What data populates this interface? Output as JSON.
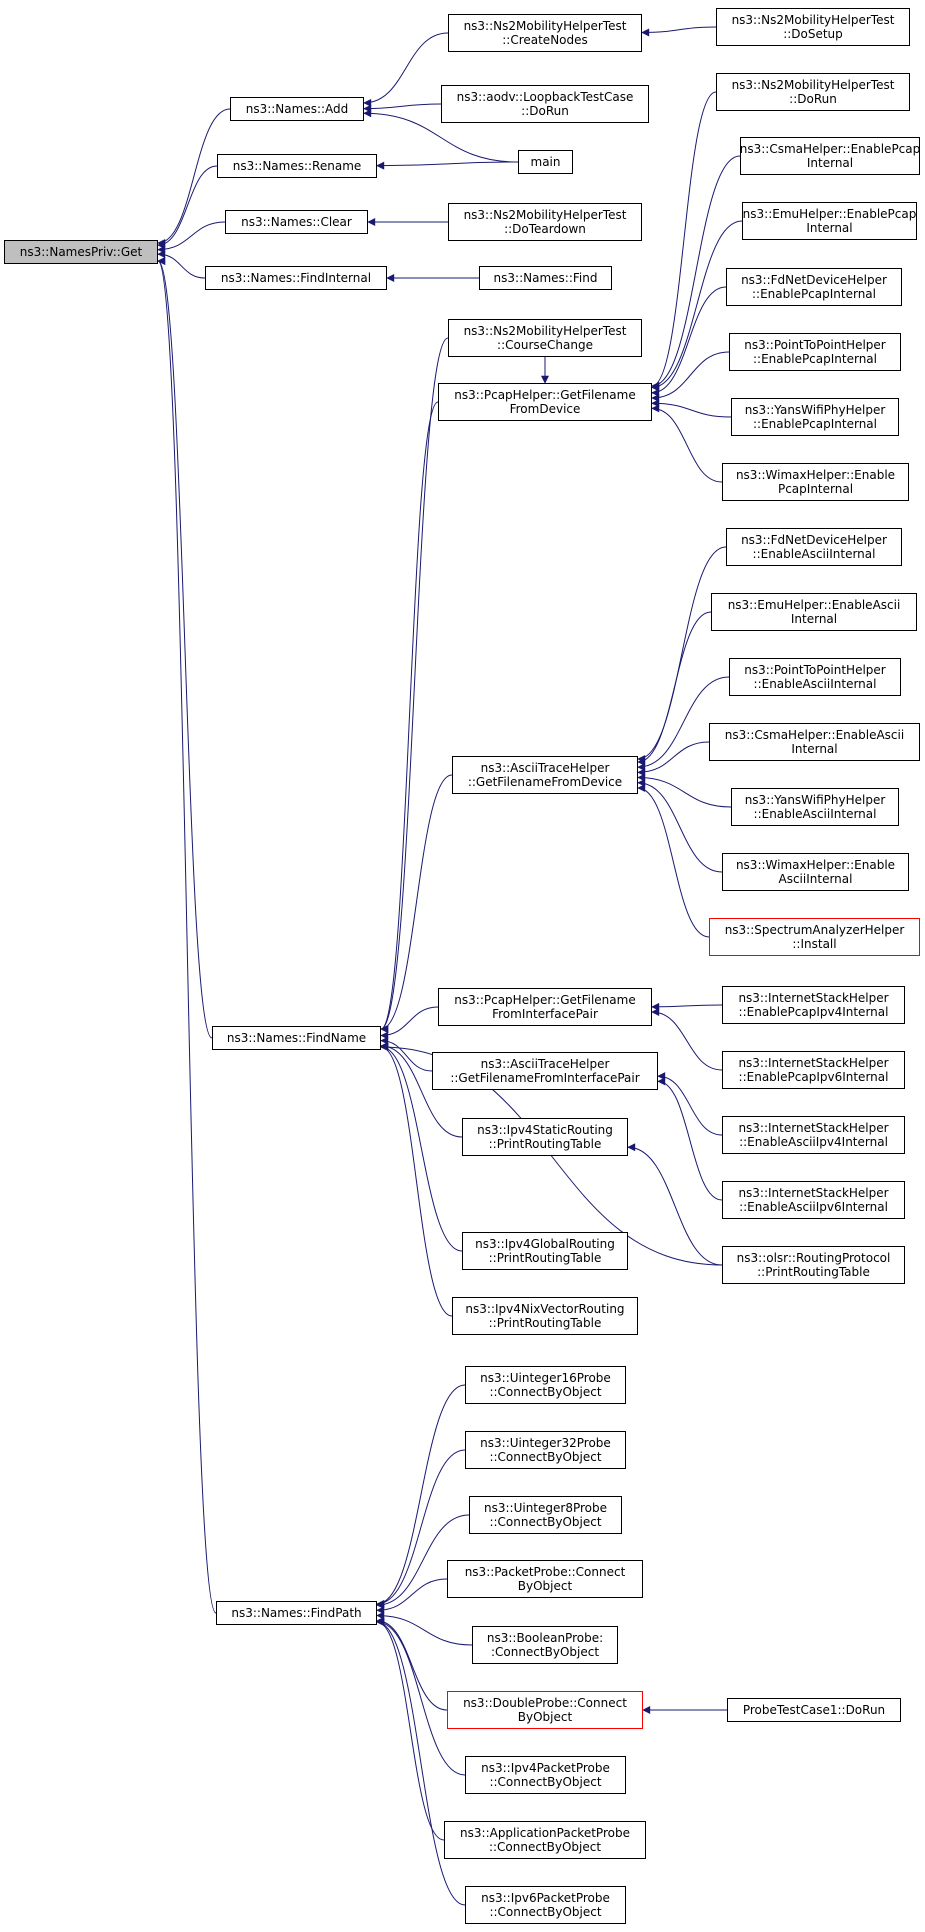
{
  "colors": {
    "edge": "#191970",
    "node_border": "#000000",
    "root_fill": "#bfbfbf",
    "highlight_border": "#ff0000"
  },
  "nodes": {
    "names_priv_get": {
      "lines": [
        "ns3::NamesPriv::Get"
      ]
    },
    "names_add": {
      "lines": [
        "ns3::Names::Add"
      ]
    },
    "names_rename": {
      "lines": [
        "ns3::Names::Rename"
      ]
    },
    "names_clear": {
      "lines": [
        "ns3::Names::Clear"
      ]
    },
    "names_find_internal": {
      "lines": [
        "ns3::Names::FindInternal"
      ]
    },
    "names_find_name": {
      "lines": [
        "ns3::Names::FindName"
      ]
    },
    "names_find_path": {
      "lines": [
        "ns3::Names::FindPath"
      ]
    },
    "ns2_create_nodes": {
      "lines": [
        "ns3::Ns2MobilityHelperTest",
        "::CreateNodes"
      ]
    },
    "aodv_loopback_dorun": {
      "lines": [
        "ns3::aodv::LoopbackTestCase",
        "::DoRun"
      ]
    },
    "main": {
      "lines": [
        "main"
      ]
    },
    "ns2_do_teardown": {
      "lines": [
        "ns3::Ns2MobilityHelperTest",
        "::DoTeardown"
      ]
    },
    "names_find": {
      "lines": [
        "ns3::Names::Find"
      ]
    },
    "ns2_do_setup": {
      "lines": [
        "ns3::Ns2MobilityHelperTest",
        "::DoSetup"
      ]
    },
    "ns2_do_run": {
      "lines": [
        "ns3::Ns2MobilityHelperTest",
        "::DoRun"
      ]
    },
    "csma_enable_pcap": {
      "lines": [
        "ns3::CsmaHelper::EnablePcap",
        "Internal"
      ]
    },
    "emu_enable_pcap": {
      "lines": [
        "ns3::EmuHelper::EnablePcap",
        "Internal"
      ]
    },
    "fdnet_enable_pcap": {
      "lines": [
        "ns3::FdNetDeviceHelper",
        "::EnablePcapInternal"
      ]
    },
    "p2p_enable_pcap": {
      "lines": [
        "ns3::PointToPointHelper",
        "::EnablePcapInternal"
      ]
    },
    "yans_enable_pcap": {
      "lines": [
        "ns3::YansWifiPhyHelper",
        "::EnablePcapInternal"
      ]
    },
    "wimax_enable_pcap": {
      "lines": [
        "ns3::WimaxHelper::Enable",
        "PcapInternal"
      ]
    },
    "ns2_course_change": {
      "lines": [
        "ns3::Ns2MobilityHelperTest",
        "::CourseChange"
      ]
    },
    "pcap_get_filename_device": {
      "lines": [
        "ns3::PcapHelper::GetFilename",
        "FromDevice"
      ]
    },
    "fdnet_enable_ascii": {
      "lines": [
        "ns3::FdNetDeviceHelper",
        "::EnableAsciiInternal"
      ]
    },
    "emu_enable_ascii": {
      "lines": [
        "ns3::EmuHelper::EnableAscii",
        "Internal"
      ]
    },
    "p2p_enable_ascii": {
      "lines": [
        "ns3::PointToPointHelper",
        "::EnableAsciiInternal"
      ]
    },
    "csma_enable_ascii": {
      "lines": [
        "ns3::CsmaHelper::EnableAscii",
        "Internal"
      ]
    },
    "yans_enable_ascii": {
      "lines": [
        "ns3::YansWifiPhyHelper",
        "::EnableAsciiInternal"
      ]
    },
    "wimax_enable_ascii": {
      "lines": [
        "ns3::WimaxHelper::Enable",
        "AsciiInternal"
      ]
    },
    "spectrum_install": {
      "lines": [
        "ns3::SpectrumAnalyzerHelper",
        "::Install"
      ]
    },
    "ascii_get_filename_device": {
      "lines": [
        "ns3::AsciiTraceHelper",
        "::GetFilenameFromDevice"
      ]
    },
    "pcap_get_filename_interface_pair": {
      "lines": [
        "ns3::PcapHelper::GetFilename",
        "FromInterfacePair"
      ]
    },
    "ascii_get_filename_interface_pair": {
      "lines": [
        "ns3::AsciiTraceHelper",
        "::GetFilenameFromInterfacePair"
      ]
    },
    "ipv4_static_print": {
      "lines": [
        "ns3::Ipv4StaticRouting",
        "::PrintRoutingTable"
      ]
    },
    "ipv4_global_print": {
      "lines": [
        "ns3::Ipv4GlobalRouting",
        "::PrintRoutingTable"
      ]
    },
    "ipv4_nix_print": {
      "lines": [
        "ns3::Ipv4NixVectorRouting",
        "::PrintRoutingTable"
      ]
    },
    "inet_enable_pcap_ipv4": {
      "lines": [
        "ns3::InternetStackHelper",
        "::EnablePcapIpv4Internal"
      ]
    },
    "inet_enable_pcap_ipv6": {
      "lines": [
        "ns3::InternetStackHelper",
        "::EnablePcapIpv6Internal"
      ]
    },
    "inet_enable_ascii_ipv4": {
      "lines": [
        "ns3::InternetStackHelper",
        "::EnableAsciiIpv4Internal"
      ]
    },
    "inet_enable_ascii_ipv6": {
      "lines": [
        "ns3::InternetStackHelper",
        "::EnableAsciiIpv6Internal"
      ]
    },
    "olsr_print": {
      "lines": [
        "ns3::olsr::RoutingProtocol",
        "::PrintRoutingTable"
      ]
    },
    "uint16_connect": {
      "lines": [
        "ns3::Uinteger16Probe",
        "::ConnectByObject"
      ]
    },
    "uint32_connect": {
      "lines": [
        "ns3::Uinteger32Probe",
        "::ConnectByObject"
      ]
    },
    "uint8_connect": {
      "lines": [
        "ns3::Uinteger8Probe",
        "::ConnectByObject"
      ]
    },
    "packet_probe_connect": {
      "lines": [
        "ns3::PacketProbe::Connect",
        "ByObject"
      ]
    },
    "boolean_connect": {
      "lines": [
        "ns3::BooleanProbe:",
        ":ConnectByObject"
      ]
    },
    "double_connect": {
      "lines": [
        "ns3::DoubleProbe::Connect",
        "ByObject"
      ]
    },
    "ipv4_packet_connect": {
      "lines": [
        "ns3::Ipv4PacketProbe",
        "::ConnectByObject"
      ]
    },
    "app_packet_connect": {
      "lines": [
        "ns3::ApplicationPacketProbe",
        "::ConnectByObject"
      ]
    },
    "ipv6_packet_connect": {
      "lines": [
        "ns3::Ipv6PacketProbe",
        "::ConnectByObject"
      ]
    },
    "probe_test_case1_dorun": {
      "lines": [
        "ProbeTestCase1::DoRun"
      ]
    }
  },
  "edges": [
    [
      "names_add",
      "names_priv_get"
    ],
    [
      "names_rename",
      "names_priv_get"
    ],
    [
      "names_clear",
      "names_priv_get"
    ],
    [
      "names_find_internal",
      "names_priv_get"
    ],
    [
      "names_find_name",
      "names_priv_get"
    ],
    [
      "names_find_path",
      "names_priv_get"
    ],
    [
      "ns2_create_nodes",
      "names_add"
    ],
    [
      "aodv_loopback_dorun",
      "names_add"
    ],
    [
      "main",
      "names_add"
    ],
    [
      "main",
      "names_rename"
    ],
    [
      "ns2_do_teardown",
      "names_clear"
    ],
    [
      "names_find",
      "names_find_internal"
    ],
    [
      "ns2_do_setup",
      "ns2_create_nodes"
    ],
    [
      "ns2_course_change",
      "names_find_name"
    ],
    [
      "pcap_get_filename_device",
      "names_find_name"
    ],
    [
      "ascii_get_filename_device",
      "names_find_name"
    ],
    [
      "pcap_get_filename_interface_pair",
      "names_find_name"
    ],
    [
      "ascii_get_filename_interface_pair",
      "names_find_name"
    ],
    [
      "ipv4_static_print",
      "names_find_name"
    ],
    [
      "ipv4_global_print",
      "names_find_name"
    ],
    [
      "ipv4_nix_print",
      "names_find_name"
    ],
    [
      "olsr_print",
      "names_find_name"
    ],
    [
      "ns2_do_run",
      "pcap_get_filename_device"
    ],
    [
      "csma_enable_pcap",
      "pcap_get_filename_device"
    ],
    [
      "emu_enable_pcap",
      "pcap_get_filename_device"
    ],
    [
      "fdnet_enable_pcap",
      "pcap_get_filename_device"
    ],
    [
      "p2p_enable_pcap",
      "pcap_get_filename_device"
    ],
    [
      "yans_enable_pcap",
      "pcap_get_filename_device"
    ],
    [
      "wimax_enable_pcap",
      "pcap_get_filename_device"
    ],
    [
      "ns2_course_change",
      "pcap_get_filename_device"
    ],
    [
      "fdnet_enable_ascii",
      "ascii_get_filename_device"
    ],
    [
      "emu_enable_ascii",
      "ascii_get_filename_device"
    ],
    [
      "p2p_enable_ascii",
      "ascii_get_filename_device"
    ],
    [
      "csma_enable_ascii",
      "ascii_get_filename_device"
    ],
    [
      "yans_enable_ascii",
      "ascii_get_filename_device"
    ],
    [
      "wimax_enable_ascii",
      "ascii_get_filename_device"
    ],
    [
      "spectrum_install",
      "ascii_get_filename_device"
    ],
    [
      "inet_enable_pcap_ipv4",
      "pcap_get_filename_interface_pair"
    ],
    [
      "inet_enable_pcap_ipv6",
      "pcap_get_filename_interface_pair"
    ],
    [
      "inet_enable_ascii_ipv4",
      "ascii_get_filename_interface_pair"
    ],
    [
      "inet_enable_ascii_ipv6",
      "ascii_get_filename_interface_pair"
    ],
    [
      "olsr_print",
      "ipv4_static_print"
    ],
    [
      "uint16_connect",
      "names_find_path"
    ],
    [
      "uint32_connect",
      "names_find_path"
    ],
    [
      "uint8_connect",
      "names_find_path"
    ],
    [
      "packet_probe_connect",
      "names_find_path"
    ],
    [
      "boolean_connect",
      "names_find_path"
    ],
    [
      "double_connect",
      "names_find_path"
    ],
    [
      "ipv4_packet_connect",
      "names_find_path"
    ],
    [
      "app_packet_connect",
      "names_find_path"
    ],
    [
      "ipv6_packet_connect",
      "names_find_path"
    ],
    [
      "probe_test_case1_dorun",
      "double_connect"
    ]
  ]
}
